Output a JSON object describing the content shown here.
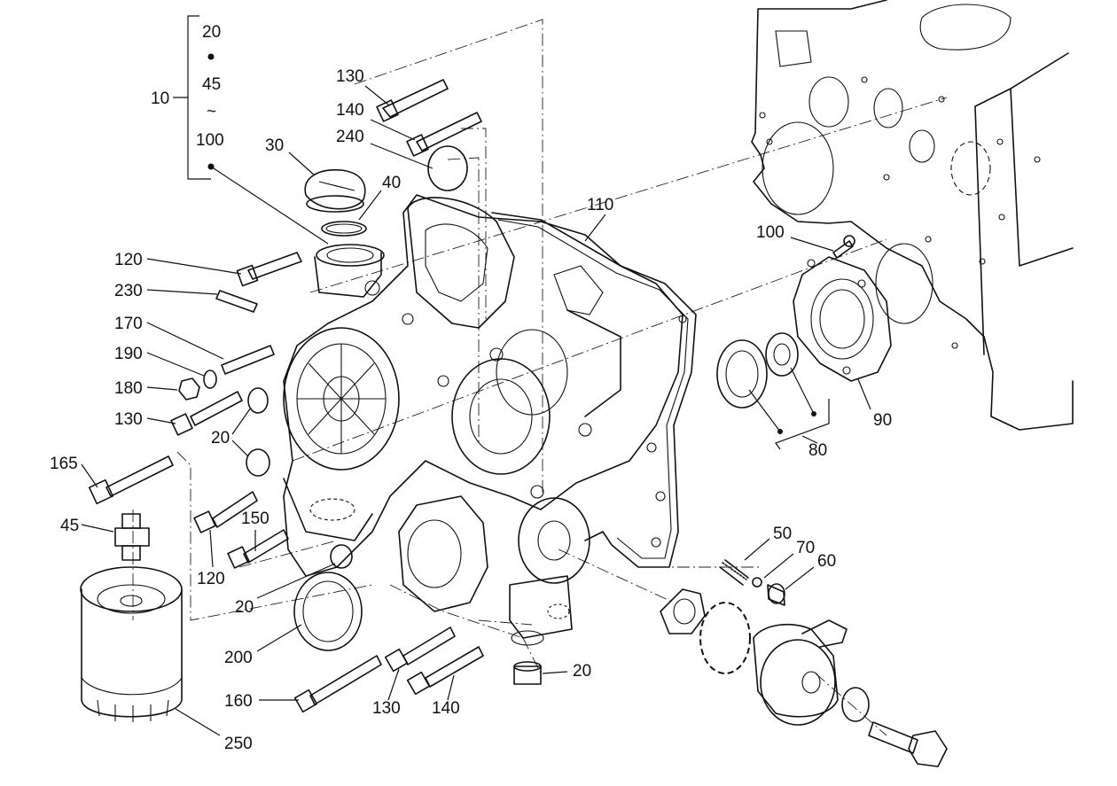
{
  "callouts": [
    {
      "text": "20",
      "id": "c-20-bracket-top"
    },
    {
      "text": "45",
      "id": "c-45-bracket"
    },
    {
      "text": "~",
      "id": "c-range-mark"
    },
    {
      "text": "100",
      "id": "c-100-bracket"
    },
    {
      "text": "10",
      "id": "c-10"
    },
    {
      "text": "130",
      "id": "c-130-top"
    },
    {
      "text": "140",
      "id": "c-140-top"
    },
    {
      "text": "240",
      "id": "c-240"
    },
    {
      "text": "30",
      "id": "c-30"
    },
    {
      "text": "40",
      "id": "c-40"
    },
    {
      "text": "110",
      "id": "c-110"
    },
    {
      "text": "100",
      "id": "c-100"
    },
    {
      "text": "90",
      "id": "c-90"
    },
    {
      "text": "80",
      "id": "c-80"
    },
    {
      "text": "120",
      "id": "c-120-left"
    },
    {
      "text": "230",
      "id": "c-230"
    },
    {
      "text": "170",
      "id": "c-170"
    },
    {
      "text": "190",
      "id": "c-190"
    },
    {
      "text": "180",
      "id": "c-180"
    },
    {
      "text": "130",
      "id": "c-130-mid"
    },
    {
      "text": "20",
      "id": "c-20-mid"
    },
    {
      "text": "165",
      "id": "c-165"
    },
    {
      "text": "45",
      "id": "c-45"
    },
    {
      "text": "150",
      "id": "c-150"
    },
    {
      "text": "120",
      "id": "c-120-low"
    },
    {
      "text": "20",
      "id": "c-20-low"
    },
    {
      "text": "200",
      "id": "c-200"
    },
    {
      "text": "250",
      "id": "c-250"
    },
    {
      "text": "160",
      "id": "c-160"
    },
    {
      "text": "130",
      "id": "c-130-bottom"
    },
    {
      "text": "140",
      "id": "c-140-bottom"
    },
    {
      "text": "20",
      "id": "c-20-bottom"
    },
    {
      "text": "50",
      "id": "c-50"
    },
    {
      "text": "70",
      "id": "c-70"
    },
    {
      "text": "60",
      "id": "c-60"
    }
  ]
}
